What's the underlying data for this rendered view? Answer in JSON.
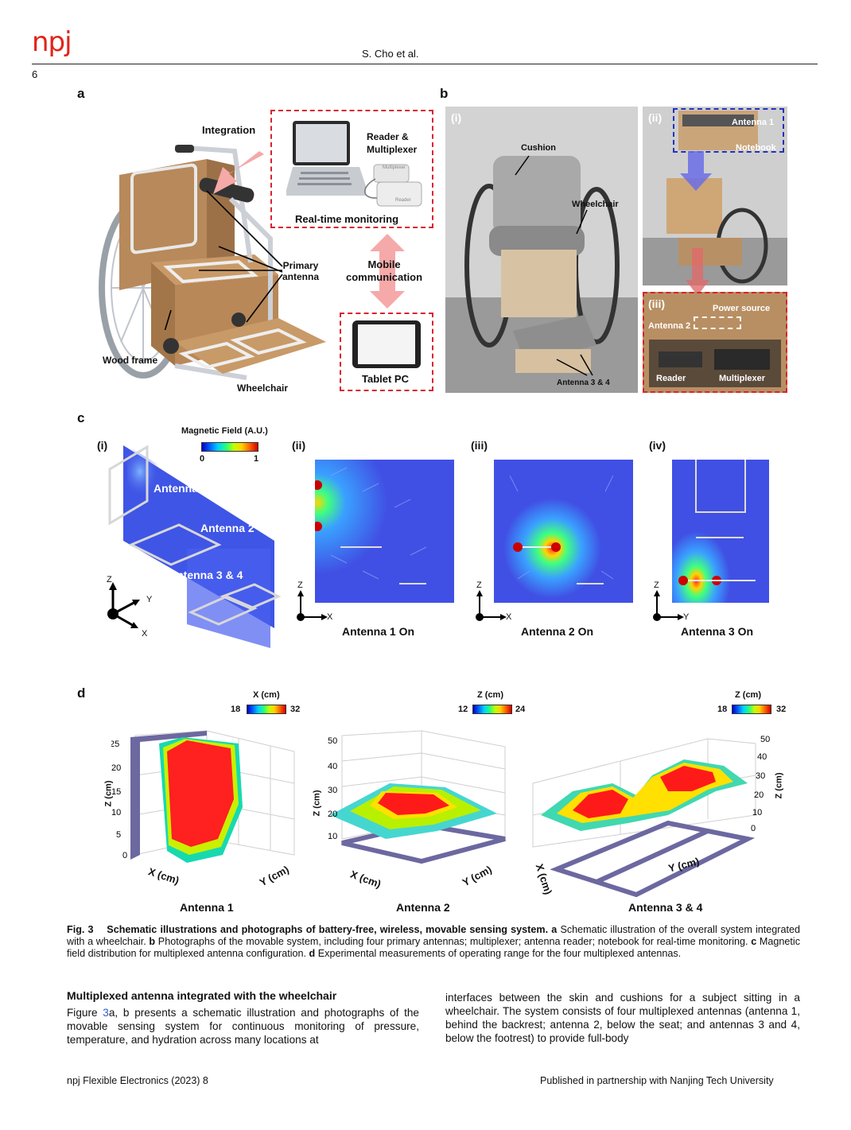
{
  "header": {
    "logo": "npj",
    "author": "S. Cho et al.",
    "page_number": "6"
  },
  "figure": {
    "panel_a": {
      "letter": "a",
      "integration": "Integration",
      "reader_multiplexer": "Reader &\nMultiplexer",
      "realtime": "Real-time monitoring",
      "mobile_comm": "Mobile\ncommunication",
      "primary_antenna": "Primary\nantenna",
      "wood_frame": "Wood frame",
      "wheelchair": "Wheelchair",
      "tablet": "Tablet PC",
      "device_label_1": "Multiplexer",
      "device_label_2": "Reader"
    },
    "panel_b": {
      "letter": "b",
      "i": "(i)",
      "ii": "(ii)",
      "iii": "(iii)",
      "cushion": "Cushion",
      "wheelchair": "Wheelchair",
      "antenna34": "Antenna 3 & 4",
      "antenna1": "Antenna 1",
      "notebook": "Notebook",
      "power_source": "Power source",
      "antenna2": "Antenna 2",
      "reader": "Reader",
      "multiplexer": "Multiplexer"
    },
    "panel_c": {
      "letter": "c",
      "i": "(i)",
      "ii": "(ii)",
      "iii": "(iii)",
      "iv": "(iv)",
      "field_title": "Magnetic Field (A.U.)",
      "cb_min": "0",
      "cb_max": "1",
      "antenna1": "Antenna 1",
      "antenna2": "Antenna 2",
      "antenna34": "Antenna 3 & 4",
      "axis_z": "Z",
      "axis_y": "Y",
      "axis_x": "X",
      "on1": "Antenna 1 On",
      "on2": "Antenna 2 On",
      "on3": "Antenna 3 On"
    },
    "panel_d": {
      "letter": "d",
      "plot1": {
        "cb_title": "X (cm)",
        "cb_min": "18",
        "cb_max": "32",
        "zlabel": "Z (cm)",
        "xlabel": "X (cm)",
        "ylabel": "Y (cm)",
        "title": "Antenna 1",
        "zticks": [
          "25",
          "20",
          "15",
          "10",
          "5",
          "0"
        ]
      },
      "plot2": {
        "cb_title": "Z (cm)",
        "cb_min": "12",
        "cb_max": "24",
        "zlabel": "Z (cm)",
        "xlabel": "X (cm)",
        "ylabel": "Y (cm)",
        "title": "Antenna 2",
        "zticks": [
          "50",
          "40",
          "30",
          "20",
          "10"
        ]
      },
      "plot3": {
        "cb_title": "Z (cm)",
        "cb_min": "18",
        "cb_max": "32",
        "zlabel": "Z (cm)",
        "xlabel": "X (cm)",
        "ylabel": "Y (cm)",
        "title": "Antenna 3 & 4",
        "zticks": [
          "50",
          "40",
          "30",
          "20",
          "10",
          "0"
        ]
      }
    }
  },
  "caption": {
    "fig": "Fig. 3",
    "title": "Schematic illustrations and photographs of battery-free, wireless, movable sensing system.",
    "a": "a",
    "a_text": " Schematic illustration of the overall system integrated with a wheelchair. ",
    "b": "b",
    "b_text": " Photographs of the movable system, including four primary antennas; multiplexer; antenna reader; notebook for real-time monitoring. ",
    "c": "c",
    "c_text": " Magnetic field distribution for multiplexed antenna configuration. ",
    "d": "d",
    "d_text": " Experimental measurements of operating range for the four multiplexed antennas."
  },
  "section": {
    "title": "Multiplexed antenna integrated with the wheelchair",
    "col1_a": "Figure ",
    "col1_ref": "3",
    "col1_b": "a, b presents a schematic illustration and photographs of the movable sensing system for continuous monitoring of pressure, temperature, and hydration across many locations at",
    "col2": "interfaces between the skin and cushions for a subject sitting in a wheelchair. The system consists of four multiplexed antennas (antenna 1, behind the backrest; antenna 2, below the seat; and antennas 3 and 4, below the footrest) to provide full-body"
  },
  "footer": {
    "left": "npj Flexible Electronics (2023) 8",
    "right": "Published in partnership with Nanjing Tech University"
  },
  "colors": {
    "brand_red": "#e2231a",
    "dash_red": "#d9232d",
    "dash_blue": "#2431b8",
    "field_blue": "#3f55e6",
    "surface_red": "#f20000"
  }
}
